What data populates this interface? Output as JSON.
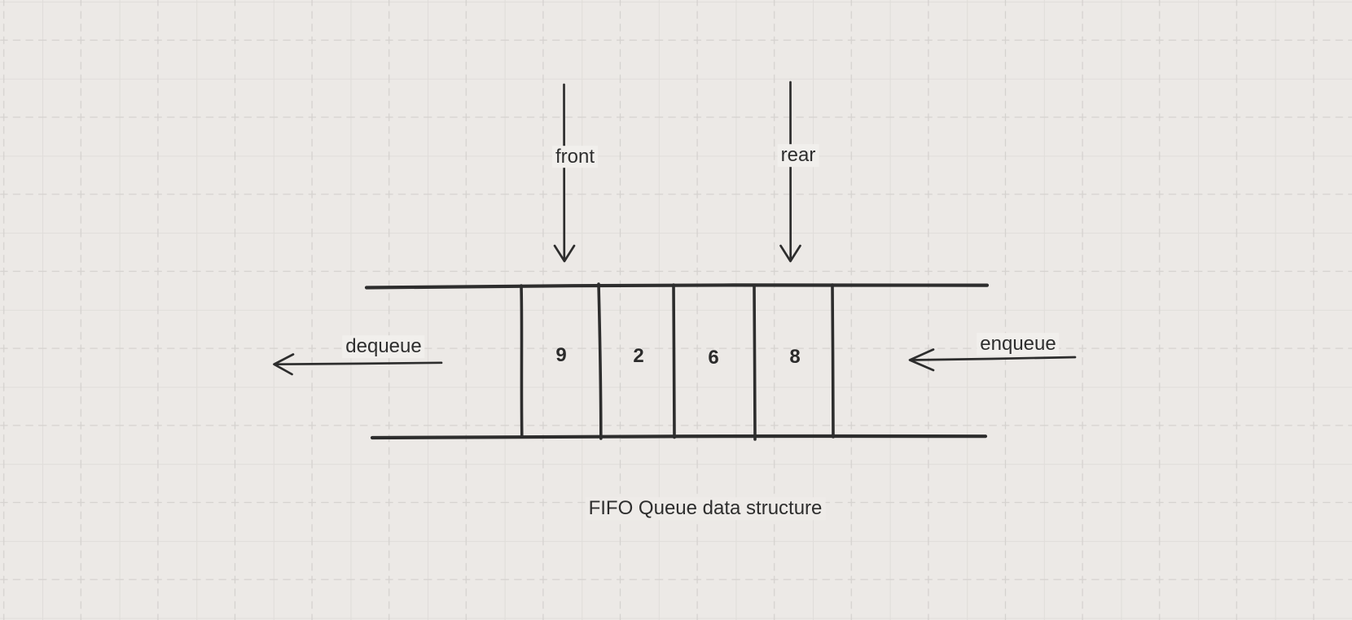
{
  "colors": {
    "canvas_bg": "#ece9e6",
    "grid_solid_line": "#e0ddda",
    "grid_dashed_line": "#d5d2cf",
    "shape_stroke": "#2d2d2d",
    "text": "#2e2e2e"
  },
  "queue": {
    "cells": [
      "9",
      "2",
      "6",
      "8"
    ]
  },
  "labels": {
    "front": "front",
    "rear": "rear",
    "dequeue": "dequeue",
    "enqueue": "enqueue",
    "caption": "FIFO Queue data structure"
  }
}
